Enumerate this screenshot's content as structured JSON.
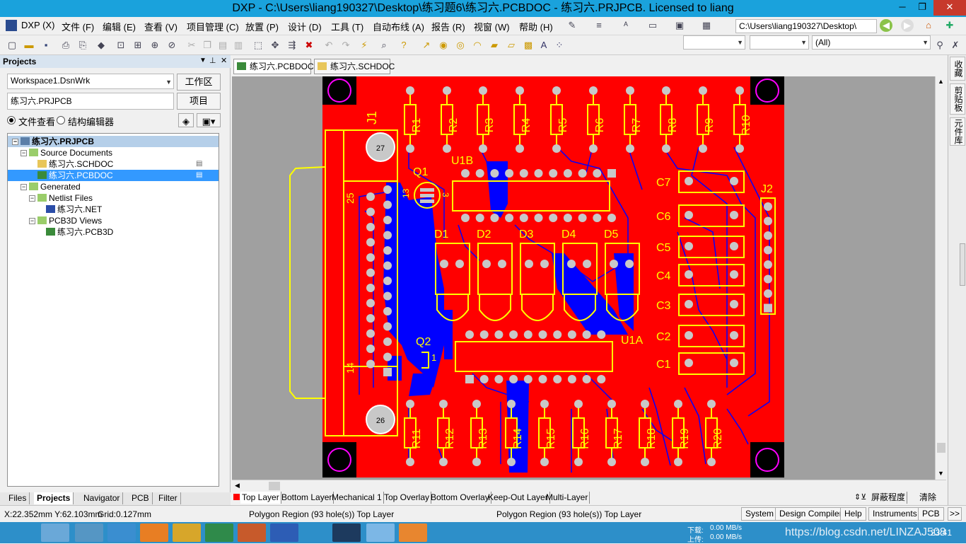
{
  "window": {
    "title": "DXP - C:\\Users\\liang190327\\Desktop\\练习题6\\练习六.PCBDOC - 练习六.PRJPCB. Licensed to liang",
    "controls": [
      "─",
      "❐",
      "✕"
    ]
  },
  "menu": [
    "DXP (X)",
    "文件 (F)",
    "编辑 (E)",
    "查看 (V)",
    "项目管理 (C)",
    "放置 (P)",
    "设计 (D)",
    "工具 (T)",
    "自动布线 (A)",
    "报告 (R)",
    "视窗 (W)",
    "帮助 (H)"
  ],
  "toolbar": {
    "path": "C:\\Users\\liang190327\\Desktop\\",
    "filter_value": "(All)"
  },
  "projects_panel": {
    "title": "Projects",
    "workspace": "Workspace1.DsnWrk",
    "workspace_btn": "工作区",
    "project": "练习六.PRJPCB",
    "project_btn": "项目",
    "radio_file_view": "文件查看",
    "radio_struct": "结构编辑器",
    "tree": [
      "练习六.PRJPCB",
      "Source Documents",
      "练习六.SCHDOC",
      "练习六.PCBDOC",
      "Generated",
      "Netlist Files",
      "练习六.NET",
      "PCB3D Views",
      "练习六.PCB3D"
    ]
  },
  "panel_tabs": [
    "Files",
    "Projects",
    "Navigator",
    "PCB",
    "Filter"
  ],
  "doc_tabs": [
    "练习六.PCBDOC",
    "练习六.SCHDOC"
  ],
  "right_tabs": [
    "收藏",
    "剪贴板",
    "元件库"
  ],
  "layer_tabs": [
    "Top Layer",
    "Bottom Layer",
    "Mechanical 1",
    "Top Overlay",
    "Bottom Overlay",
    "Keep-Out Layer",
    "Multi-Layer"
  ],
  "layer_right": {
    "mask": "屏蔽程度",
    "clear": "清除"
  },
  "status": {
    "coords": "X:22.352mm Y:62.103mm",
    "grid": "Grid:0.127mm",
    "info1": "Polygon Region (93 hole(s)) Top Layer",
    "info2": "Polygon Region (93 hole(s)) Top Layer",
    "buttons": [
      "System",
      "Design Compiler",
      "Help",
      "Instruments",
      "PCB",
      ">>"
    ]
  },
  "taskbar": {
    "net_down_label": "下载:",
    "net_up_label": "上传:",
    "down": "0.00 MB/s",
    "up": "0.00 MB/s",
    "time": "23:41",
    "watermark": "https://blog.csdn.net/LINZAJ508"
  },
  "pcb": {
    "resistors_top": [
      "R1",
      "R2",
      "R3",
      "R4",
      "R5",
      "R6",
      "R7",
      "R8",
      "R9",
      "R10"
    ],
    "resistors_bottom": [
      "R11",
      "R12",
      "R13",
      "R14",
      "R15",
      "R16",
      "R17",
      "R18",
      "R19",
      "R20"
    ],
    "diodes": [
      "D1",
      "D2",
      "D3",
      "D4",
      "D5"
    ],
    "caps": [
      "C7",
      "C6",
      "C5",
      "C4",
      "C3",
      "C2",
      "C1"
    ],
    "labels": {
      "j1": "J1",
      "j2": "J2",
      "q1": "Q1",
      "q2": "Q2",
      "u1b": "U1B",
      "u1a": "U1A",
      "pin25": "25",
      "pin14": "14",
      "pin13": "13",
      "pin3": "3",
      "pin1": "1",
      "mount_top": "27",
      "mount_bottom": "26"
    }
  },
  "colors": {
    "board": "#ff0000",
    "bottom_layer": "#0000ff",
    "overlay": "#ffff00",
    "keepout": "#ff00ff",
    "canvas": "#a0a0a0",
    "titlebar": "#1aa2dc",
    "taskbar": "#2d8fc9"
  }
}
